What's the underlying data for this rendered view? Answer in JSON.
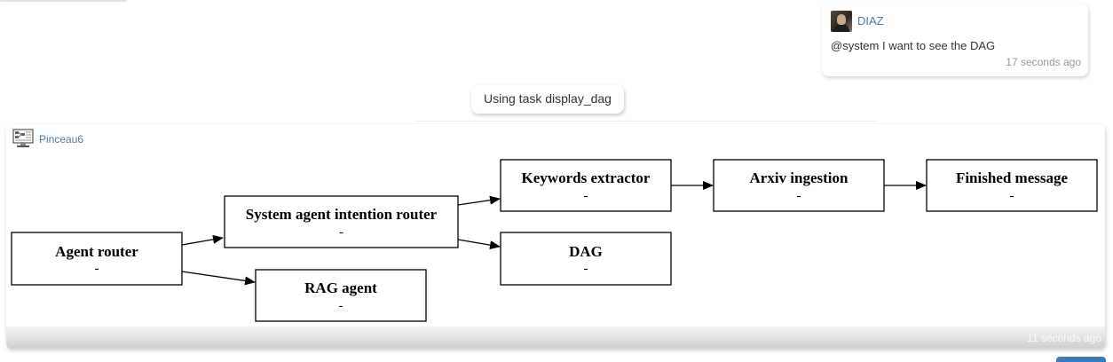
{
  "messages": {
    "user": {
      "name": "DIAZ",
      "text": "@system I want to see the DAG",
      "time": "17 seconds ago"
    },
    "notice": {
      "text": "Using task display_dag"
    },
    "bot": {
      "name": "Pinceau6",
      "time": "11 seconds ago",
      "icon": "monitor-diagram-icon"
    }
  },
  "dag": {
    "nodes": [
      {
        "id": "agent_router",
        "title": "Agent router",
        "subtitle": "-"
      },
      {
        "id": "system_agent_intention_router",
        "title": "System agent intention router",
        "subtitle": "-"
      },
      {
        "id": "rag_agent",
        "title": "RAG agent",
        "subtitle": "-"
      },
      {
        "id": "keywords_extractor",
        "title": "Keywords extractor",
        "subtitle": "-"
      },
      {
        "id": "dag",
        "title": "DAG",
        "subtitle": "-"
      },
      {
        "id": "arxiv_ingestion",
        "title": "Arxiv ingestion",
        "subtitle": "-"
      },
      {
        "id": "finished_message",
        "title": "Finished message",
        "subtitle": "-"
      }
    ],
    "edges": [
      [
        "agent_router",
        "system_agent_intention_router"
      ],
      [
        "agent_router",
        "rag_agent"
      ],
      [
        "system_agent_intention_router",
        "keywords_extractor"
      ],
      [
        "system_agent_intention_router",
        "dag"
      ],
      [
        "keywords_extractor",
        "arxiv_ingestion"
      ],
      [
        "arxiv_ingestion",
        "finished_message"
      ]
    ]
  }
}
